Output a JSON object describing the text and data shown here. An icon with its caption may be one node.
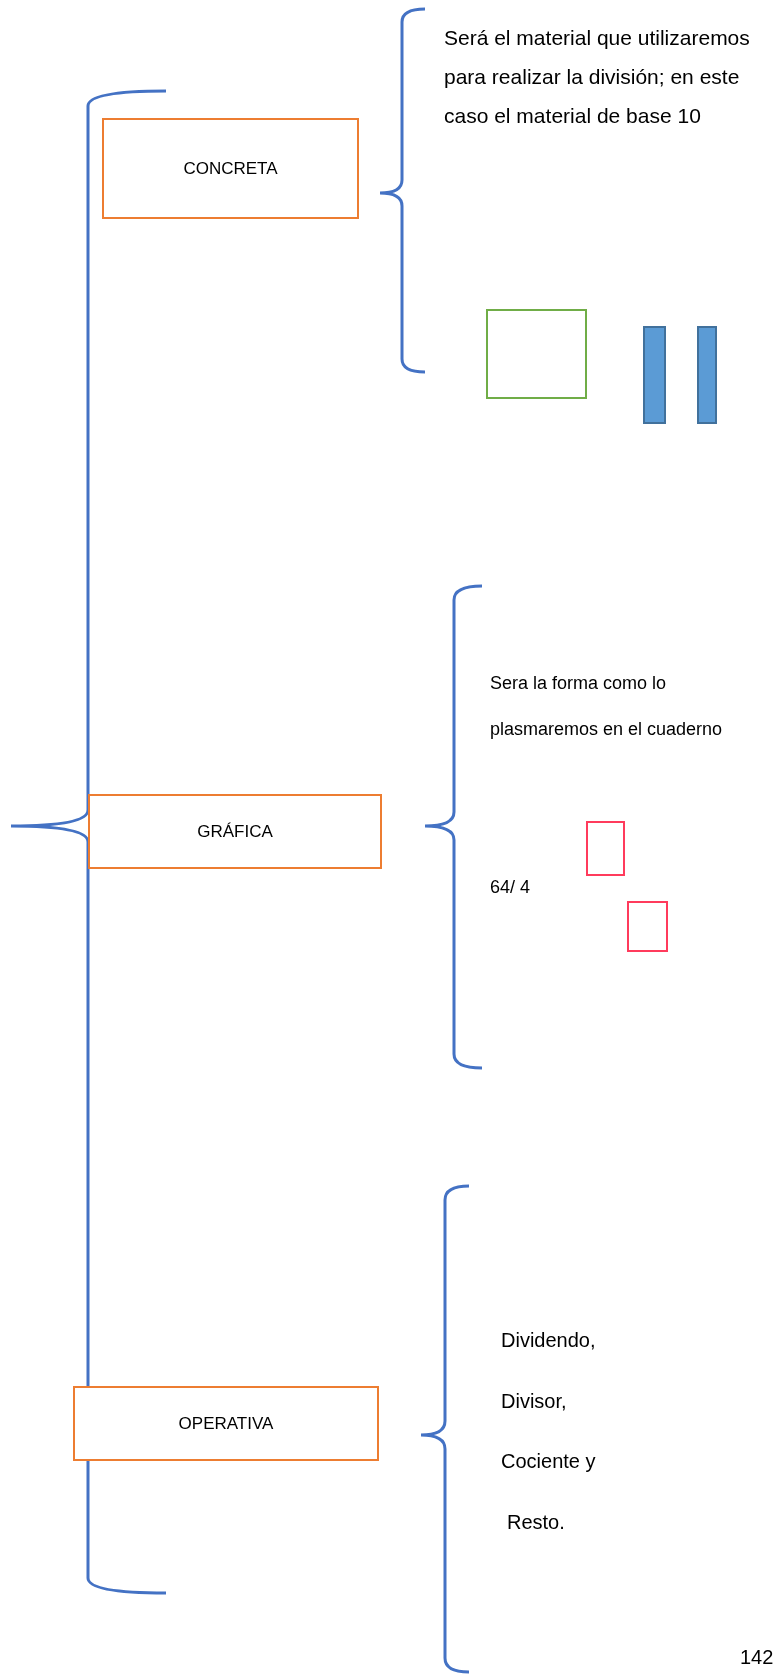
{
  "diagram": {
    "nodes": [
      {
        "text": [
          "CONCRETA"
        ]
      },
      {
        "text": [
          "GRÁFICA"
        ]
      },
      {
        "text": [
          "OPERATIVA"
        ]
      }
    ],
    "labels": [
      "Será el material que utilizaremos para realizar la división; en este caso el material de base 10",
      "Sera la forma como lo plasmaremos en el cuaderno",
      "64/ 4",
      "Dividendo,",
      "Divisor,",
      "Cociente y",
      "Resto.",
      "142"
    ]
  }
}
